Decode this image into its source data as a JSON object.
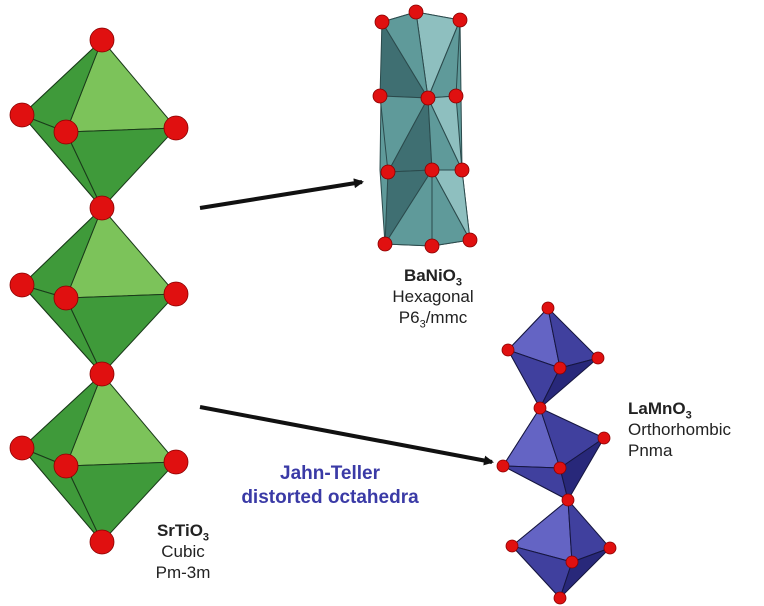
{
  "colors": {
    "cubic_green_light": "#7cc35a",
    "cubic_green_mid": "#3f9a3a",
    "cubic_green_dark": "#256f28",
    "hex_teal_light": "#8ebfbf",
    "hex_teal_mid": "#5f9a9a",
    "hex_teal_dark": "#3f6f72",
    "ortho_blue_light": "#6464c4",
    "ortho_blue_mid": "#40409e",
    "ortho_blue_dark": "#28287a",
    "oxygen_red": "#e01010",
    "arrow": "#111111",
    "jahn_teller_text": "#3a3aa6"
  },
  "structures": {
    "srtio3": {
      "formula_main": "SrTiO",
      "formula_sub": "3",
      "lattice": "Cubic",
      "space_group": "Pm-3m"
    },
    "banio3": {
      "formula_main": "BaNiO",
      "formula_sub": "3",
      "lattice": "Hexagonal",
      "sg_main": "P6",
      "sg_sub": "3",
      "sg_tail": "/mmc"
    },
    "lamno3": {
      "formula_main": "LaMnO",
      "formula_sub": "3",
      "lattice": "Orthorhombic",
      "space_group": "Pnma"
    }
  },
  "annotation": {
    "line1": "Jahn-Teller",
    "line2": "distorted octahedra"
  }
}
